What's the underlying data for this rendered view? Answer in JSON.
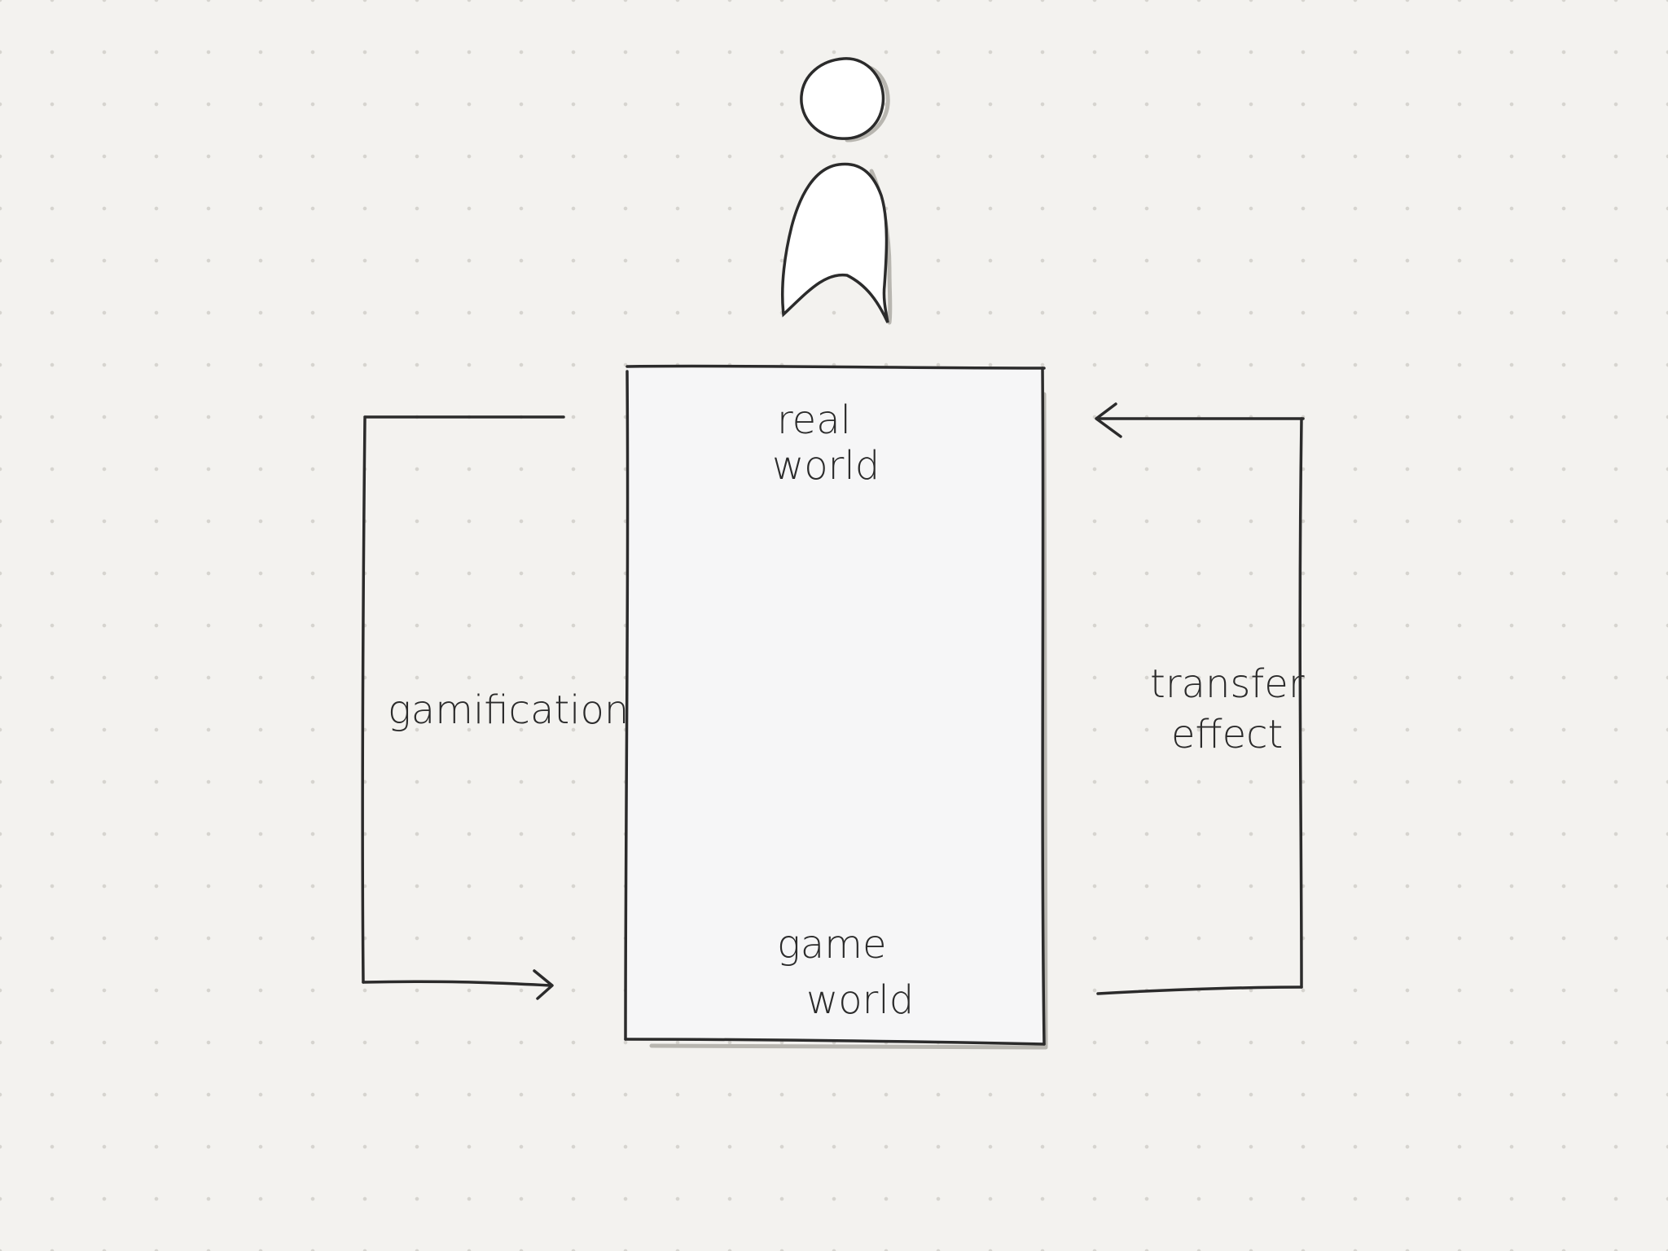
{
  "diagram": {
    "figure": "person",
    "box": {
      "top_label_line1": "real",
      "top_label_line2": "world",
      "bottom_label_line1": "game",
      "bottom_label_line2": "world"
    },
    "left_arrow": {
      "label": "gamification",
      "direction": "real world to game world"
    },
    "right_arrow": {
      "label_line1": "transfer",
      "label_line2": "effect",
      "direction": "game world to real world"
    }
  },
  "colors": {
    "background": "#f3f2ef",
    "ink": "#2b2b2b",
    "box_fill": "#f6f6f7",
    "shadow": "#b8b6b0"
  }
}
